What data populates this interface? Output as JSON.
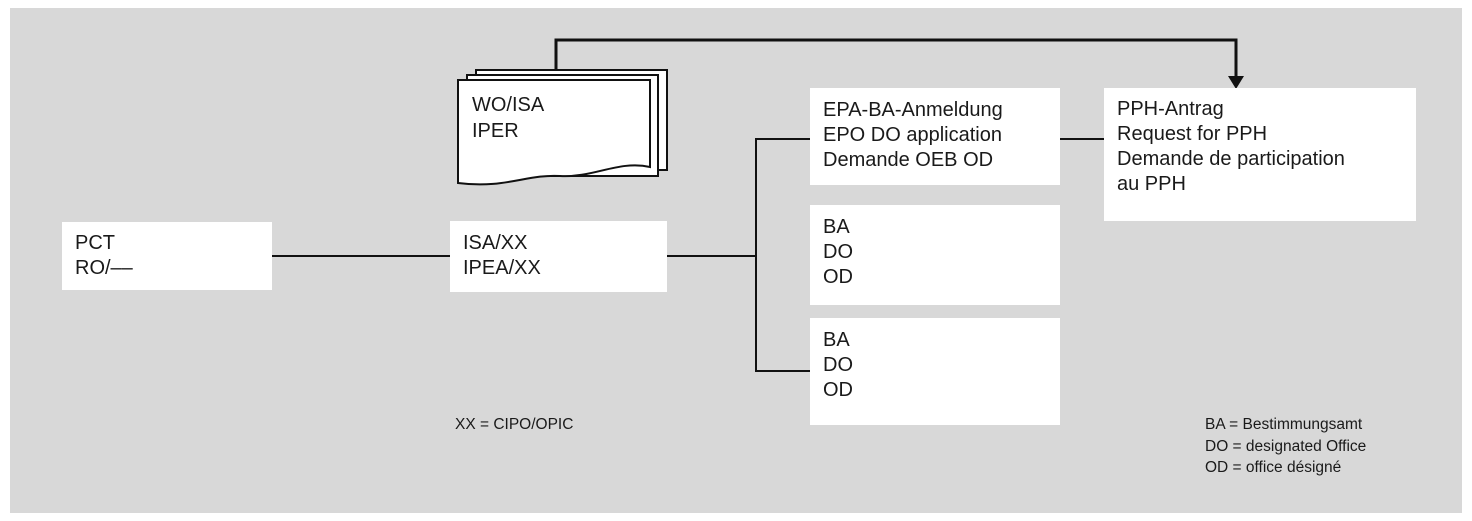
{
  "nodes": {
    "pct": {
      "lines": [
        "PCT",
        "RO/––"
      ]
    },
    "isa": {
      "lines": [
        "ISA/XX",
        "IPEA/XX"
      ]
    },
    "report": {
      "lines": [
        "WO/ISA",
        "IPER"
      ]
    },
    "epo_app": {
      "lines": [
        "EPA-BA-Anmeldung",
        "EPO DO application",
        "Demande OEB OD"
      ]
    },
    "office1": {
      "lines": [
        "BA",
        "DO",
        "OD"
      ]
    },
    "office2": {
      "lines": [
        "BA",
        "DO",
        "OD"
      ]
    },
    "pph": {
      "lines": [
        "PPH-Antrag",
        "Request for PPH",
        "Demande de participation",
        "au PPH"
      ]
    }
  },
  "notes": {
    "xx_definition": "XX = CIPO/OPIC",
    "legend": [
      "BA = Bestimmungsamt",
      "DO = designated Office",
      "OD = office désigné"
    ]
  },
  "icons": {
    "document_stack": "stacked-pages-with-curled-bottom-edge"
  },
  "colors": {
    "background": "#d8d8d8",
    "box_fill": "#ffffff",
    "line": "#111111",
    "text": "#1a1a1a"
  }
}
